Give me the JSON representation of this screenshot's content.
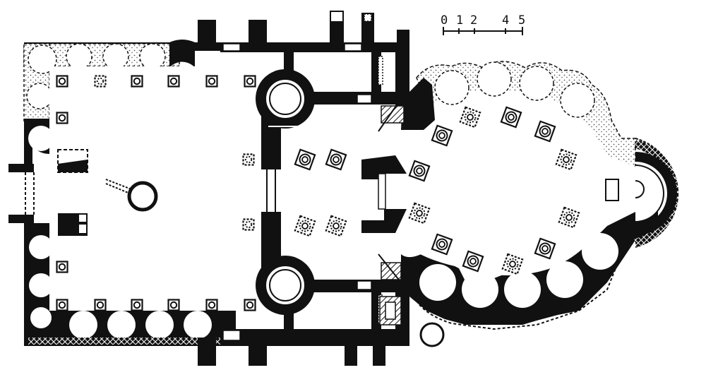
{
  "scale_bar": {
    "labels": [
      "0",
      "1",
      "2",
      "4",
      "5"
    ]
  },
  "colors": {
    "ink": "#111111",
    "paper": "#ffffff",
    "stipple": "#8c8c8c"
  }
}
